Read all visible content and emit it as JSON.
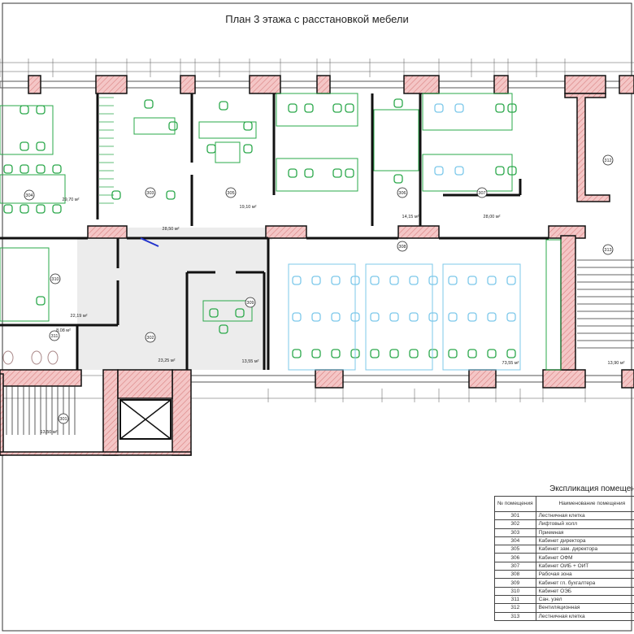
{
  "title": "План 3 этажа с расстановкой мебели",
  "rooms": [
    {
      "number": "301",
      "area": "13,50 м²"
    },
    {
      "number": "302",
      "area": "23,25 м²"
    },
    {
      "number": "303",
      "area": "28,50 м²"
    },
    {
      "number": "304",
      "area": "29,70 м²"
    },
    {
      "number": "305",
      "area": "19,10 м²"
    },
    {
      "number": "306",
      "area": "14,15 м²"
    },
    {
      "number": "307",
      "area": "28,00 м²"
    },
    {
      "number": "308",
      "area": "73,55 м²"
    },
    {
      "number": "309",
      "area": "13,55 м²"
    },
    {
      "number": "310",
      "area": "22,19 м²"
    },
    {
      "number": "311",
      "area": "8,08 м²"
    },
    {
      "number": "312",
      "area": ""
    },
    {
      "number": "313",
      "area": "13,90 м²"
    }
  ],
  "explication": {
    "title": "Экспликация помещений",
    "headers": [
      "№ помещения",
      "Наименование помещения"
    ],
    "rows": [
      [
        "301",
        "Лестничная клетка"
      ],
      [
        "302",
        "Лифтовый холл"
      ],
      [
        "303",
        "Приемная"
      ],
      [
        "304",
        "Кабинет директора"
      ],
      [
        "305",
        "Кабинет зам. директора"
      ],
      [
        "306",
        "Кабинет ОФМ"
      ],
      [
        "307",
        "Кабинет ОИБ + ОИТ"
      ],
      [
        "308",
        "Рабочая зона"
      ],
      [
        "309",
        "Кабинет гл. бухгалтера"
      ],
      [
        "310",
        "Кабинет ОЭБ"
      ],
      [
        "311",
        "Сан. узел"
      ],
      [
        "312",
        "Вентиляционная"
      ],
      [
        "313",
        "Лестничная клетка"
      ]
    ]
  },
  "colors": {
    "wall": "#1a1a1a",
    "column_fill": "#f4c6c6",
    "furniture": "#2aa84a",
    "furniture_new": "#7cc8ea",
    "corridor": "#ececec"
  }
}
